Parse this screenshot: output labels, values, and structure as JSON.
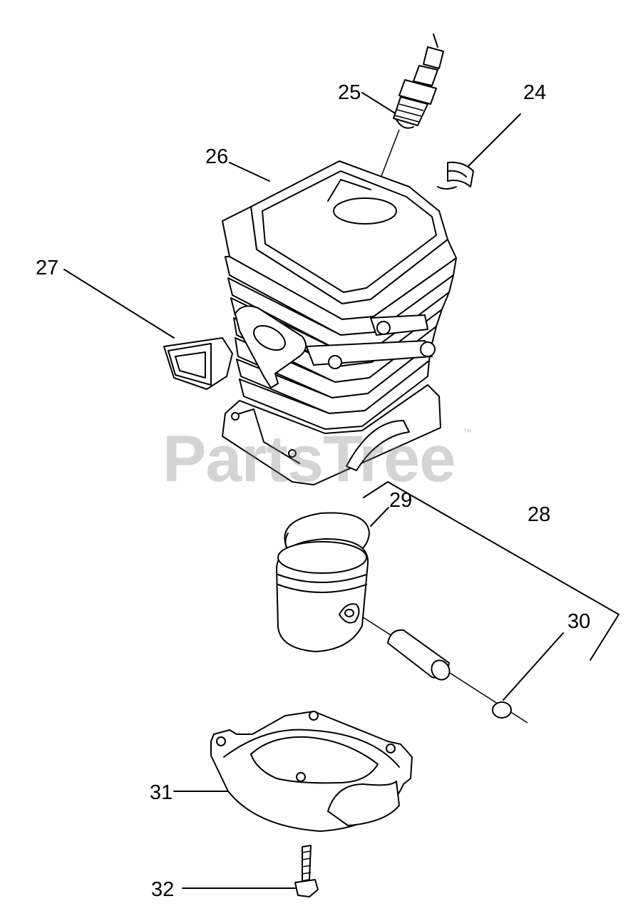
{
  "diagram": {
    "watermark": "PartsTree",
    "watermark_tm": "™",
    "watermark_color": "#808080",
    "parts": [
      {
        "ref": "24",
        "part": "clip"
      },
      {
        "ref": "25",
        "part": "spark-plug"
      },
      {
        "ref": "26",
        "part": "cylinder"
      },
      {
        "ref": "27",
        "part": "intake-gasket"
      },
      {
        "ref": "28",
        "part": "piston-assembly-bracket"
      },
      {
        "ref": "29",
        "part": "piston-ring"
      },
      {
        "ref": "30",
        "part": "circlip"
      },
      {
        "ref": "31",
        "part": "crankcase-half"
      },
      {
        "ref": "32",
        "part": "screw"
      }
    ]
  }
}
